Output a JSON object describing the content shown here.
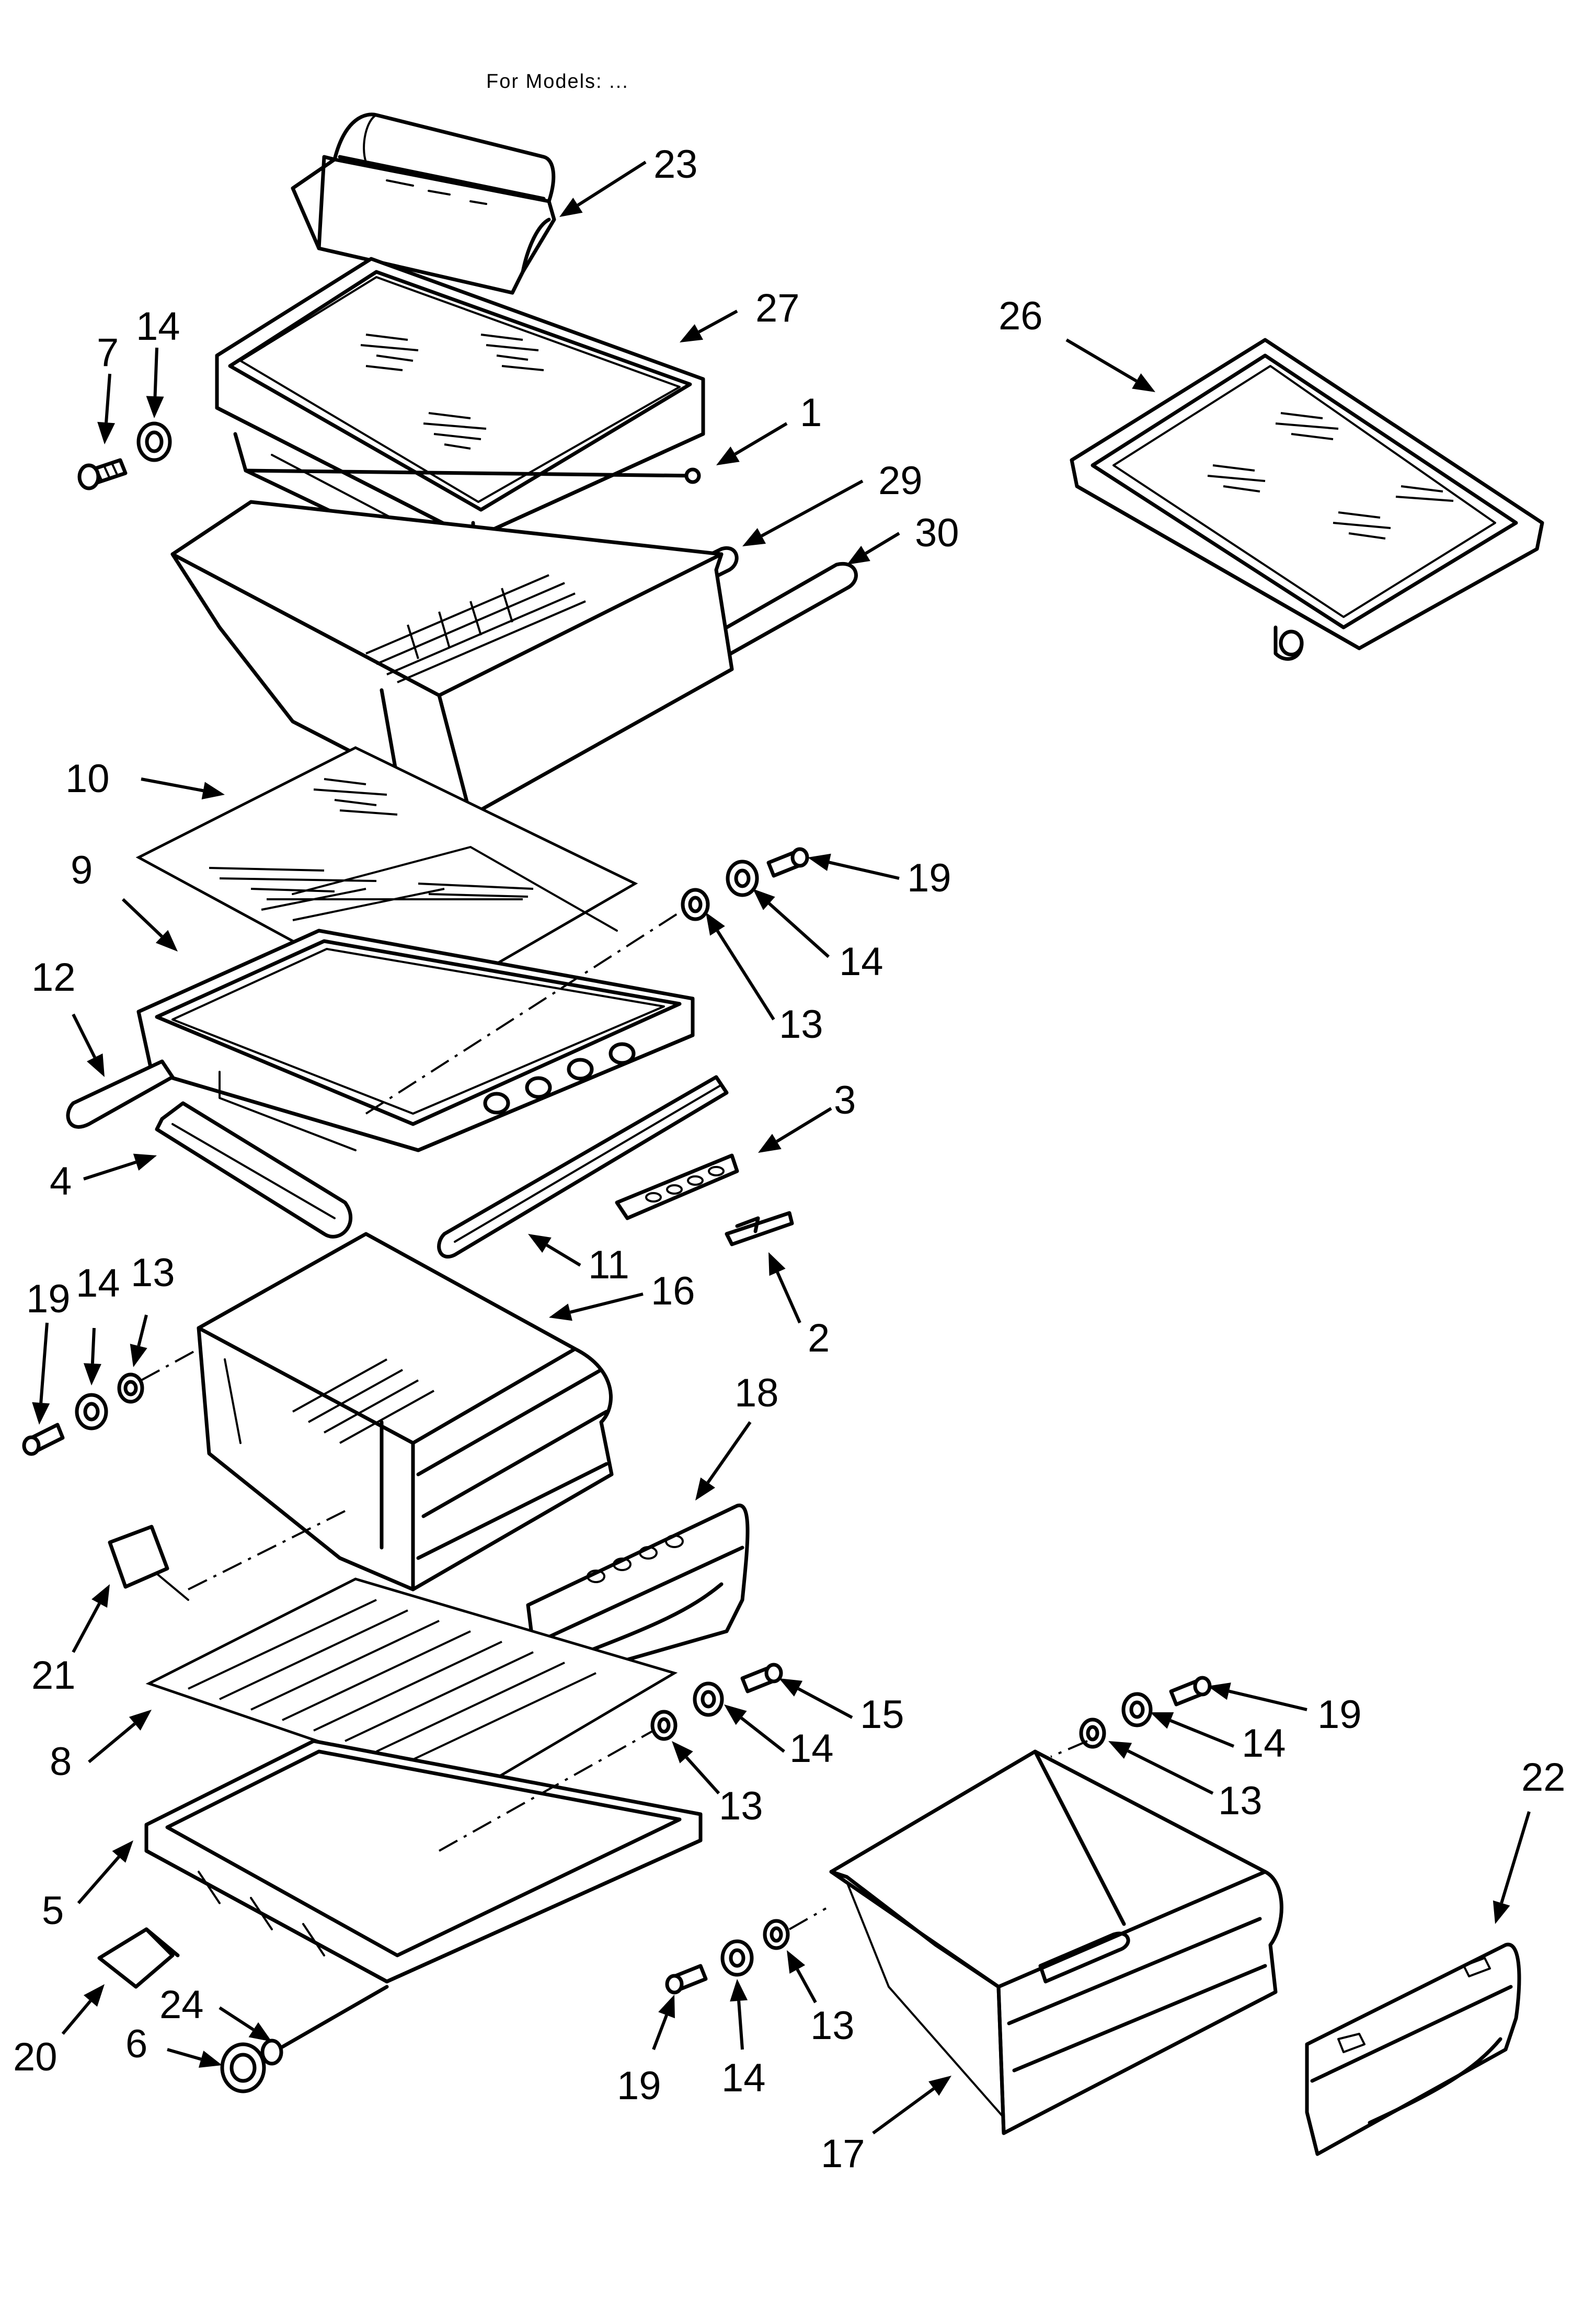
{
  "header": {
    "text": "For Models: ..."
  },
  "callouts": [
    {
      "label": "23",
      "part": "dairy-bin"
    },
    {
      "label": "27",
      "part": "crisper-shelf-frame"
    },
    {
      "label": "26",
      "part": "side-shelf"
    },
    {
      "label": "7",
      "part": "screw"
    },
    {
      "label": "14",
      "part": "washer"
    },
    {
      "label": "1",
      "part": "rod"
    },
    {
      "label": "29",
      "part": "rod"
    },
    {
      "label": "30",
      "part": "trim"
    },
    {
      "label": "10",
      "part": "glass-insert"
    },
    {
      "label": "19",
      "part": "screw"
    },
    {
      "label": "9",
      "part": "crisper-cover-frame"
    },
    {
      "label": "14",
      "part": "washer"
    },
    {
      "label": "12",
      "part": "bracket"
    },
    {
      "label": "13",
      "part": "bushing"
    },
    {
      "label": "3",
      "part": "slide-rail"
    },
    {
      "label": "4",
      "part": "rail-left"
    },
    {
      "label": "11",
      "part": "rail-right"
    },
    {
      "label": "19",
      "part": "screw"
    },
    {
      "label": "14",
      "part": "washer"
    },
    {
      "label": "13",
      "part": "bushing"
    },
    {
      "label": "16",
      "part": "crisper-drawer"
    },
    {
      "label": "2",
      "part": "clip"
    },
    {
      "label": "18",
      "part": "drawer-front"
    },
    {
      "label": "21",
      "part": "clip"
    },
    {
      "label": "15",
      "part": "screw"
    },
    {
      "label": "19",
      "part": "screw"
    },
    {
      "label": "14",
      "part": "washer"
    },
    {
      "label": "14",
      "part": "washer"
    },
    {
      "label": "22",
      "part": "drawer-front"
    },
    {
      "label": "8",
      "part": "glass-shelf"
    },
    {
      "label": "13",
      "part": "bushing"
    },
    {
      "label": "13",
      "part": "bushing"
    },
    {
      "label": "5",
      "part": "shelf-frame"
    },
    {
      "label": "24",
      "part": "screw"
    },
    {
      "label": "20",
      "part": "cap"
    },
    {
      "label": "6",
      "part": "roller"
    },
    {
      "label": "19",
      "part": "screw"
    },
    {
      "label": "14",
      "part": "washer"
    },
    {
      "label": "13",
      "part": "bushing"
    },
    {
      "label": "17",
      "part": "meat-drawer"
    }
  ]
}
